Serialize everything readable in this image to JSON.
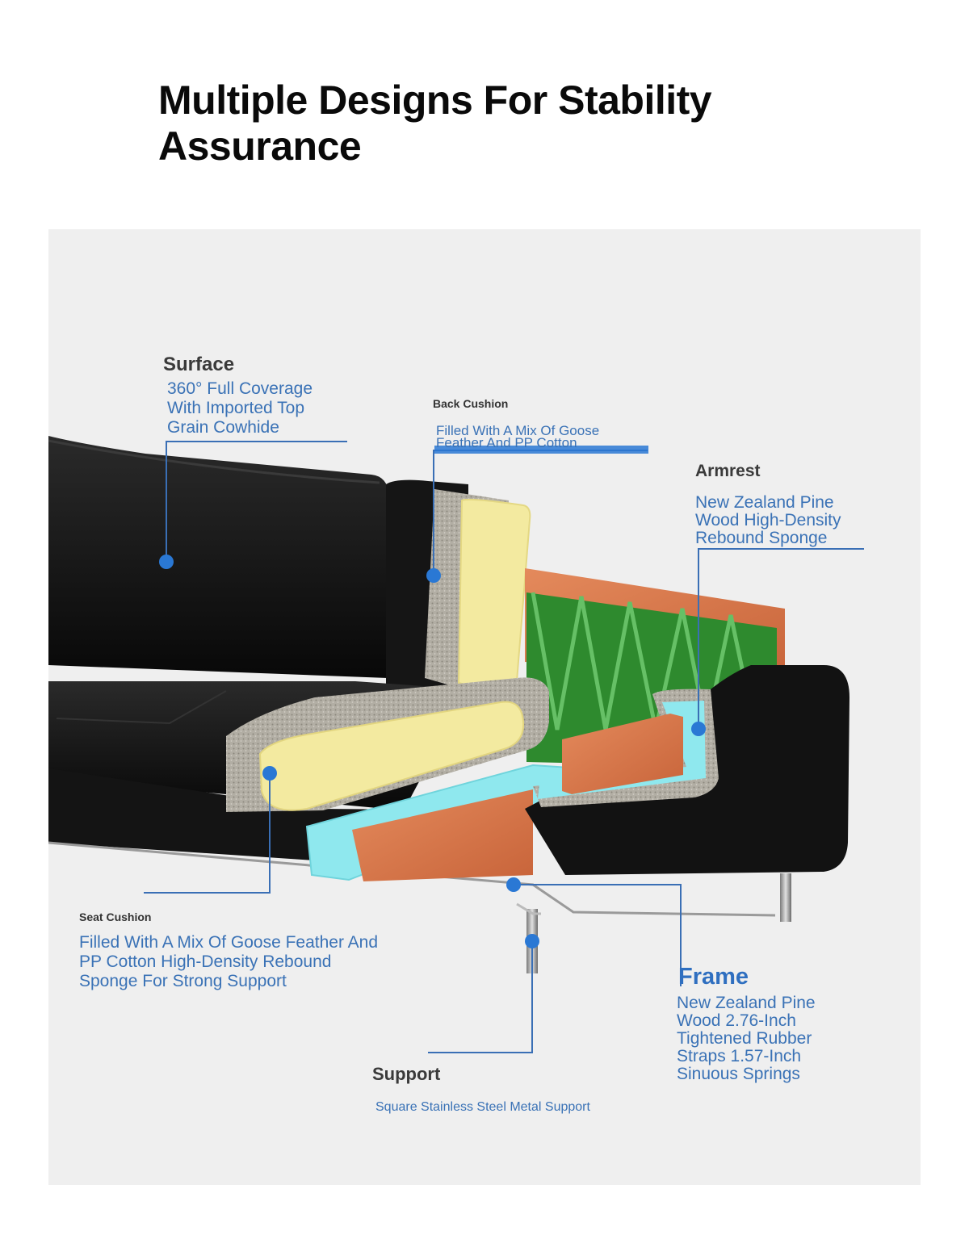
{
  "headline": "Multiple Designs For Stability Assurance",
  "colors": {
    "label_blue": "#3a72b6",
    "leader_blue": "#3a6fb5",
    "marker_blue": "#2a78d4",
    "leather": "#111111",
    "wood": "#d9774a",
    "sponge": "#f3eaa0",
    "straps": "#2e8a2e",
    "foam_cyan": "#8fe8ee"
  },
  "labels": {
    "surface": {
      "title": "Surface",
      "desc": "360° Full Coverage With Imported Top Grain Cowhide"
    },
    "back_cushion": {
      "title": "Back Cushion",
      "desc": "Filled With A Mix Of Goose Feather And PP Cotton"
    },
    "armrest": {
      "title": "Armrest",
      "desc": "New Zealand Pine Wood High-Density Rebound Sponge"
    },
    "seat_cushion": {
      "title": "Seat Cushion",
      "desc": "Filled With A Mix Of Goose Feather And PP Cotton High-Density Rebound Sponge For Strong Support"
    },
    "frame": {
      "title": "Frame",
      "desc": "New Zealand Pine Wood 2.76-Inch Tightened Rubber Straps 1.57-Inch Sinuous Springs"
    },
    "support": {
      "title": "Support",
      "desc": "Square Stainless Steel Metal Support"
    }
  }
}
